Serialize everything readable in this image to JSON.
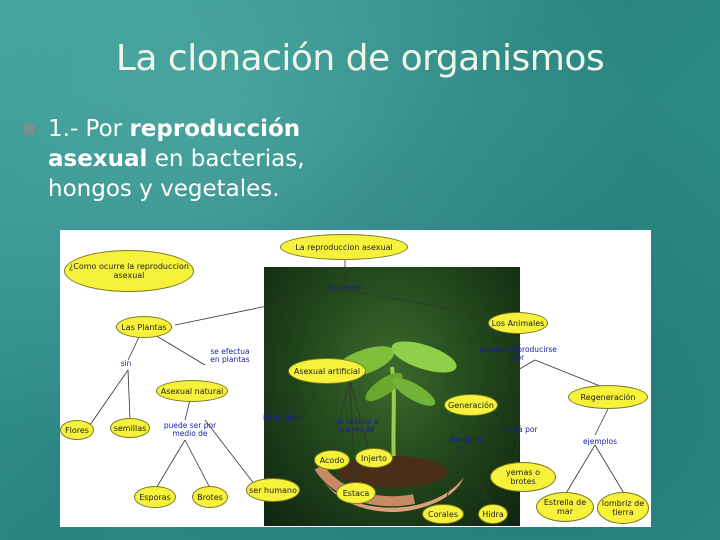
{
  "slide": {
    "title": "La clonación de organismos",
    "bullet": {
      "prefix": "1.- Por ",
      "bold1": "reproducción",
      "bold2": "asexual",
      "suffix1": " en bacterias,",
      "line3": "hongos y vegetales."
    }
  },
  "map": {
    "root": "La reproduccion asexual",
    "question": "¿Como ocurre la reproduccion asexual",
    "plants": "Las Plantas",
    "animals": "Los Animales",
    "natural": "Asexual natural",
    "artificial": "Asexual artificial",
    "flowers": "Flores",
    "seeds": "semillas",
    "spores": "Esporas",
    "buds": "Brotes",
    "human": "ser humano",
    "graft": "Acodo",
    "graft2": "Injerto",
    "stake": "Estaca",
    "generation": "Generación",
    "regeneration": "Regeneración",
    "yolks": "yemas o brotes",
    "starfish": "Estrella de mar",
    "earthworm": "lombriz de tierra",
    "corals": "Corales",
    "hydra": "Hidra",
    "lbl_occurs": "ocurre en",
    "lbl_without": "sin",
    "lbl_can_be": "puede ser por medio de",
    "lbl_intervene": "interviene",
    "lbl_done": "se realiza a traves de",
    "lbl_animals_can": "pueden reproducirse por",
    "lbl_given": "se da por",
    "lbl_examples": "ejemplos",
    "lbl_examples2": "ejemplos",
    "lbl_in_plants": "se efectua en plantas"
  }
}
